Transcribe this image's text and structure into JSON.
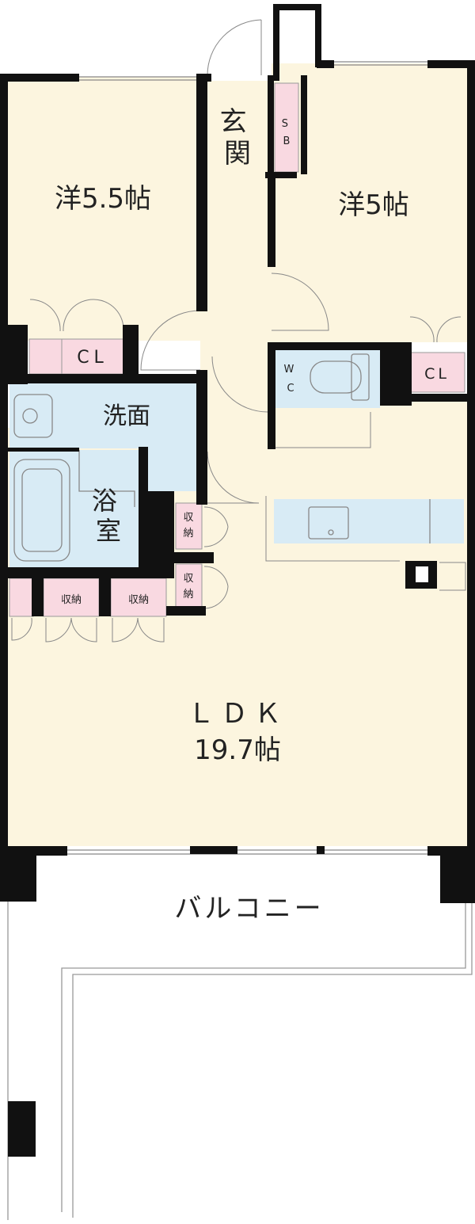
{
  "rooms": {
    "western_left": {
      "name": "洋5.5帖"
    },
    "western_right": {
      "name": "洋5帖"
    },
    "entrance": {
      "name": "玄関"
    },
    "shoebox": {
      "name": "SB"
    },
    "washroom": {
      "name": "洗面"
    },
    "bathroom": {
      "name": "浴室"
    },
    "toilet": {
      "name": "WC"
    },
    "ldk": {
      "name": "ＬＤＫ",
      "size": "19.7帖"
    },
    "balcony": {
      "name": "バルコニー"
    }
  },
  "storage": {
    "closet_left": "CL",
    "closet_right": "CL",
    "storage_label": "収納"
  },
  "colors": {
    "room_fill": "#fcf5df",
    "wet_fill": "#d8ebf5",
    "storage_fill": "#f9d9e1",
    "wall": "#111111",
    "line": "#9a9a9a"
  }
}
